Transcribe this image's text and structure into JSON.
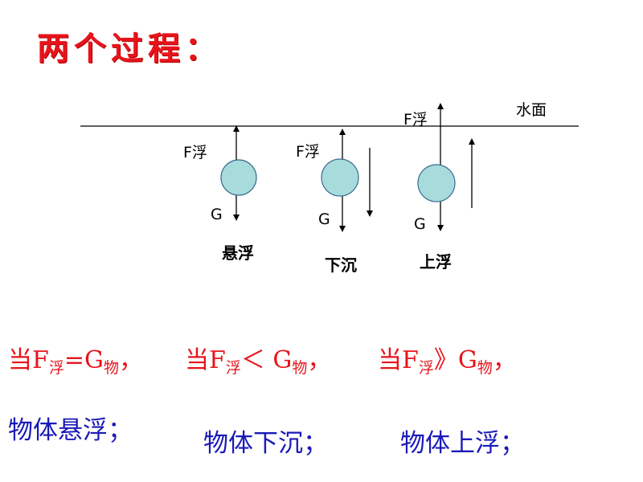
{
  "title": "两个过程：",
  "diagram": {
    "water_surface_label": "水面",
    "cases": [
      {
        "caption": "悬浮",
        "buoyancy_label": "F浮",
        "gravity_label": "G"
      },
      {
        "caption": "下沉",
        "buoyancy_label": "F浮",
        "gravity_label": "G"
      },
      {
        "caption": "上浮",
        "buoyancy_label": "F浮",
        "gravity_label": "G"
      }
    ]
  },
  "conditions": [
    {
      "prefix": "当F",
      "sub1": "浮",
      "relation": "=G",
      "sub2": "物",
      "suffix": "，"
    },
    {
      "prefix": "当F",
      "sub1": "浮",
      "relation": "＜ G",
      "sub2": "物",
      "suffix": "，"
    },
    {
      "prefix": "当F",
      "sub1": "浮",
      "relation": "》G",
      "sub2": "物",
      "suffix": "，"
    }
  ],
  "results": [
    "物体悬浮；",
    "物体下沉；",
    "物体上浮；"
  ],
  "colors": {
    "title": "#e8141b",
    "conditions": "#e8141b",
    "results": "#1a1ab8",
    "ball_fill": "#a8dcdc",
    "ball_stroke": "#3a6b8f"
  }
}
